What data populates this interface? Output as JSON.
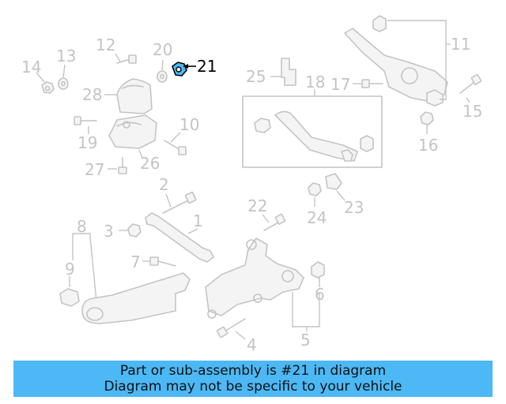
{
  "diagram": {
    "highlighted_part": "21",
    "highlight_color": "#4cb8f5",
    "callouts": {
      "c1": "1",
      "c2": "2",
      "c3": "3",
      "c4": "4",
      "c5": "5",
      "c6": "6",
      "c7": "7",
      "c8": "8",
      "c9": "9",
      "c10": "10",
      "c11": "11",
      "c12": "12",
      "c13": "13",
      "c14": "14",
      "c15": "15",
      "c16": "16",
      "c17": "17",
      "c18": "18",
      "c19": "19",
      "c20": "20",
      "c21": "21",
      "c22": "22",
      "c23": "23",
      "c24": "24",
      "c25": "25",
      "c26": "26",
      "c27": "27",
      "c28": "28"
    }
  },
  "banner": {
    "line1": "Part or sub-assembly is #21 in diagram",
    "line2": "Diagram may not be specific to your vehicle",
    "background": "#4cb8f5"
  }
}
